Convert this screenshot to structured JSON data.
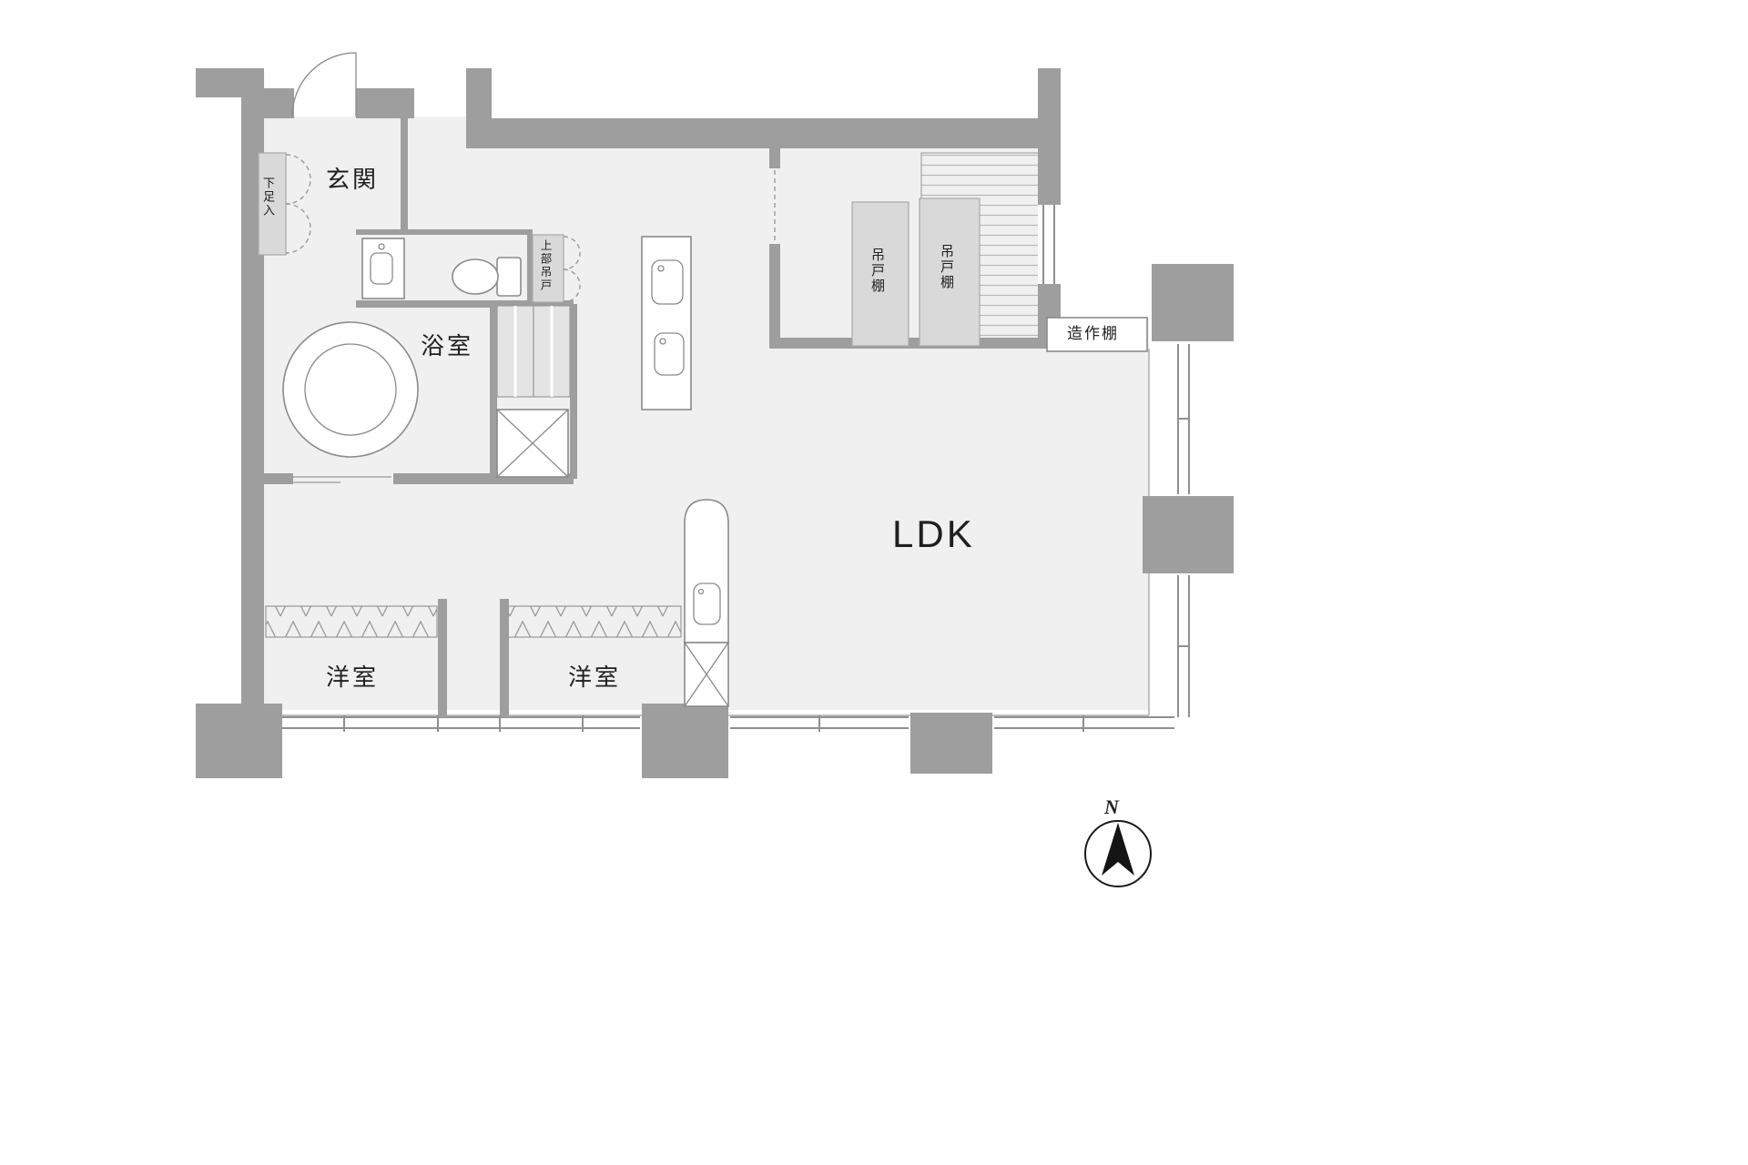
{
  "title": "apartment-floor-plan",
  "labels": {
    "genkan": "玄関",
    "shoe_cabinet": "下足入",
    "bathroom": "浴室",
    "upper_hanging_door": "上部吊戸",
    "hanging_cupboard_1": "吊戸棚",
    "hanging_cupboard_2": "吊戸棚",
    "built_in_shelf": "造作棚",
    "ldk": "LDK",
    "bedroom_1": "洋室",
    "bedroom_2": "洋室",
    "compass_north": "N"
  },
  "colors": {
    "wall": "#9e9e9e",
    "floor": "#f0f0f0",
    "cabinet": "#d9d9d9",
    "line": "#8a8a8a",
    "text": "#1f1f1f"
  }
}
